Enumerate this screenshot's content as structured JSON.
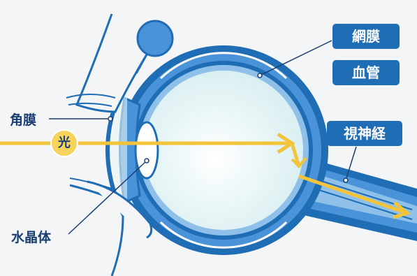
{
  "labels": {
    "retina": "網膜",
    "blood_vessel": "血管",
    "optic_nerve": "視神経",
    "cornea": "角膜",
    "lens": "水晶体",
    "light": "光"
  },
  "colors": {
    "background": "#f3f5f7",
    "outline_blue": "#1f6db5",
    "eye_wall_blue": "#4a93d8",
    "inner_wall_blue": "#8ec0ea",
    "vitreous": "#e9f6f6",
    "light_ray": "#f2c43c",
    "label_box": "#1f6db5",
    "label_text": "#1a3f73"
  }
}
